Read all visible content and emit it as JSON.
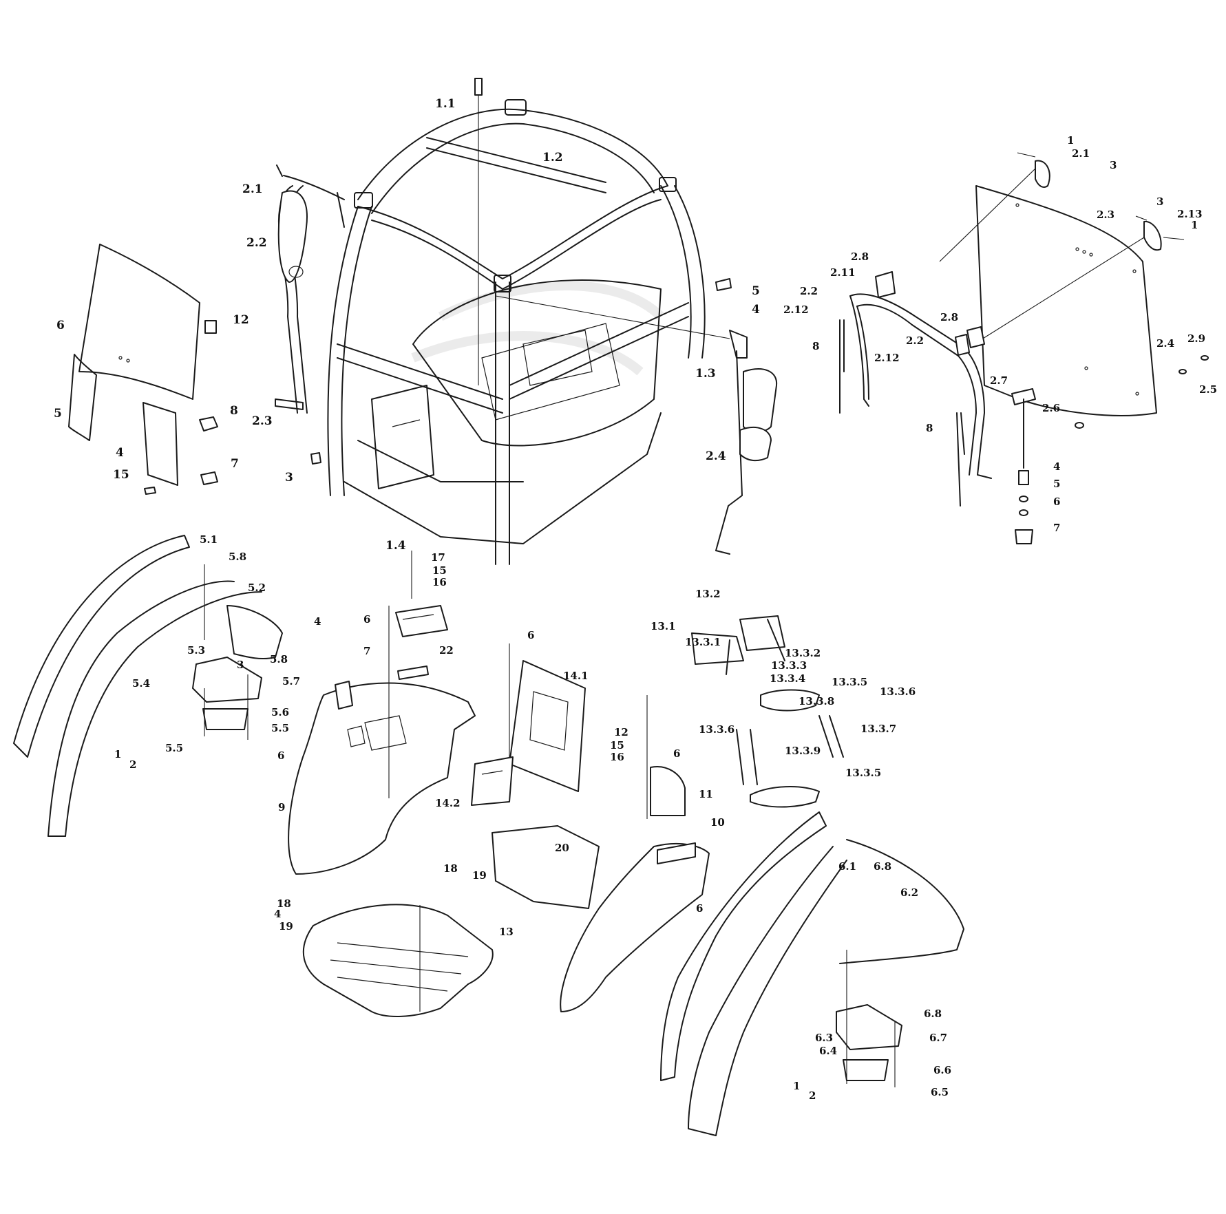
{
  "labels": [
    {
      "text": "1.1"
    },
    {
      "text": "1.2"
    },
    {
      "text": "1.3"
    },
    {
      "text": "1.4"
    },
    {
      "text": "2.1"
    },
    {
      "text": "2.2"
    },
    {
      "text": "2.3"
    },
    {
      "text": "2.4"
    },
    {
      "text": "3"
    },
    {
      "text": "4"
    },
    {
      "text": "5"
    },
    {
      "text": "6"
    },
    {
      "text": "12"
    },
    {
      "text": "5"
    },
    {
      "text": "4"
    },
    {
      "text": "8"
    },
    {
      "text": "7"
    },
    {
      "text": "15"
    },
    {
      "text": "1"
    },
    {
      "text": "2.1"
    },
    {
      "text": "3"
    },
    {
      "text": "2.3"
    },
    {
      "text": "3"
    },
    {
      "text": "2.13"
    },
    {
      "text": "1"
    },
    {
      "text": "2.8"
    },
    {
      "text": "2.11"
    },
    {
      "text": "2.2"
    },
    {
      "text": "2.12"
    },
    {
      "text": "2.8"
    },
    {
      "text": "2.2"
    },
    {
      "text": "2.12"
    },
    {
      "text": "2.4"
    },
    {
      "text": "2.9"
    },
    {
      "text": "2.5"
    },
    {
      "text": "2.7"
    },
    {
      "text": "2.6"
    },
    {
      "text": "8"
    },
    {
      "text": "8"
    },
    {
      "text": "4"
    },
    {
      "text": "5"
    },
    {
      "text": "6"
    },
    {
      "text": "7"
    },
    {
      "text": "5.1"
    },
    {
      "text": "5.8"
    },
    {
      "text": "5.2"
    },
    {
      "text": "4"
    },
    {
      "text": "5.3"
    },
    {
      "text": "3"
    },
    {
      "text": "5.8"
    },
    {
      "text": "5.7"
    },
    {
      "text": "5.4"
    },
    {
      "text": "5.6"
    },
    {
      "text": "5.5"
    },
    {
      "text": "5.5"
    },
    {
      "text": "1"
    },
    {
      "text": "2"
    },
    {
      "text": "17"
    },
    {
      "text": "15"
    },
    {
      "text": "16"
    },
    {
      "text": "6"
    },
    {
      "text": "7"
    },
    {
      "text": "22"
    },
    {
      "text": "6"
    },
    {
      "text": "9"
    },
    {
      "text": "6"
    },
    {
      "text": "14.1"
    },
    {
      "text": "14.2"
    },
    {
      "text": "20"
    },
    {
      "text": "18"
    },
    {
      "text": "19"
    },
    {
      "text": "18"
    },
    {
      "text": "4"
    },
    {
      "text": "19"
    },
    {
      "text": "13"
    },
    {
      "text": "12"
    },
    {
      "text": "15"
    },
    {
      "text": "16"
    },
    {
      "text": "6"
    },
    {
      "text": "11"
    },
    {
      "text": "10"
    },
    {
      "text": "6"
    },
    {
      "text": "13.1"
    },
    {
      "text": "13.2"
    },
    {
      "text": "13.3.1"
    },
    {
      "text": "13.3.2"
    },
    {
      "text": "13.3.3"
    },
    {
      "text": "13.3.4"
    },
    {
      "text": "13.3.5"
    },
    {
      "text": "13.3.8"
    },
    {
      "text": "13.3.6"
    },
    {
      "text": "13.3.6"
    },
    {
      "text": "13.3.9"
    },
    {
      "text": "13.3.7"
    },
    {
      "text": "13.3.5"
    },
    {
      "text": "6.1"
    },
    {
      "text": "6.8"
    },
    {
      "text": "6.2"
    },
    {
      "text": "6.8"
    },
    {
      "text": "6.3"
    },
    {
      "text": "6.4"
    },
    {
      "text": "6.7"
    },
    {
      "text": "6.6"
    },
    {
      "text": "1"
    },
    {
      "text": "2"
    },
    {
      "text": "6.5"
    }
  ]
}
